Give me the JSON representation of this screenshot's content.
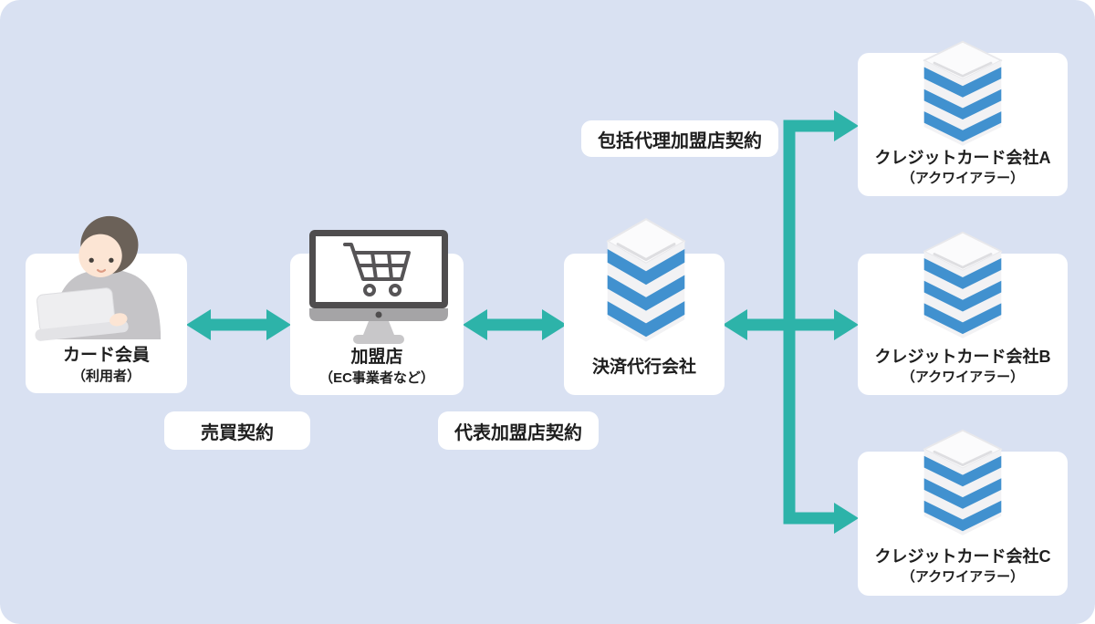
{
  "palette": {
    "background": "#d9e1f2",
    "panel": "#ffffff",
    "arrow_teal": "#2db3a9",
    "building_blue": "#4191cf",
    "text": "#1e1e1e"
  },
  "nodes": [
    {
      "id": "card-member",
      "label": "カード会員",
      "sublabel": "（利用者）",
      "icon": "person-laptop-icon"
    },
    {
      "id": "merchant",
      "label": "加盟店",
      "sublabel": "（EC事業者など）",
      "icon": "monitor-cart-icon"
    },
    {
      "id": "psp",
      "label": "決済代行会社",
      "sublabel": "",
      "icon": "building-icon"
    },
    {
      "id": "acquirer-a",
      "label": "クレジットカード会社A",
      "sublabel": "（アクワイアラー）",
      "icon": "building-icon"
    },
    {
      "id": "acquirer-b",
      "label": "クレジットカード会社B",
      "sublabel": "（アクワイアラー）",
      "icon": "building-icon"
    },
    {
      "id": "acquirer-c",
      "label": "クレジットカード会社C",
      "sublabel": "（アクワイアラー）",
      "icon": "building-icon"
    }
  ],
  "edge_labels": [
    {
      "id": "sales-contract",
      "text": "売買契約"
    },
    {
      "id": "representative-merchant-contract",
      "text": "代表加盟店契約"
    },
    {
      "id": "blanket-agency-merchant-contract",
      "text": "包括代理加盟店契約"
    }
  ],
  "connections": [
    {
      "from": "card-member",
      "to": "merchant",
      "style": "double-arrow",
      "label": "売買契約"
    },
    {
      "from": "merchant",
      "to": "psp",
      "style": "double-arrow",
      "label": "代表加盟店契約"
    },
    {
      "from": "psp",
      "to": "acquirer-b",
      "style": "double-arrow",
      "label": "包括代理加盟店契約"
    },
    {
      "from": "psp",
      "to": "acquirer-a",
      "style": "arrow-branch-up"
    },
    {
      "from": "psp",
      "to": "acquirer-c",
      "style": "arrow-branch-down"
    }
  ]
}
